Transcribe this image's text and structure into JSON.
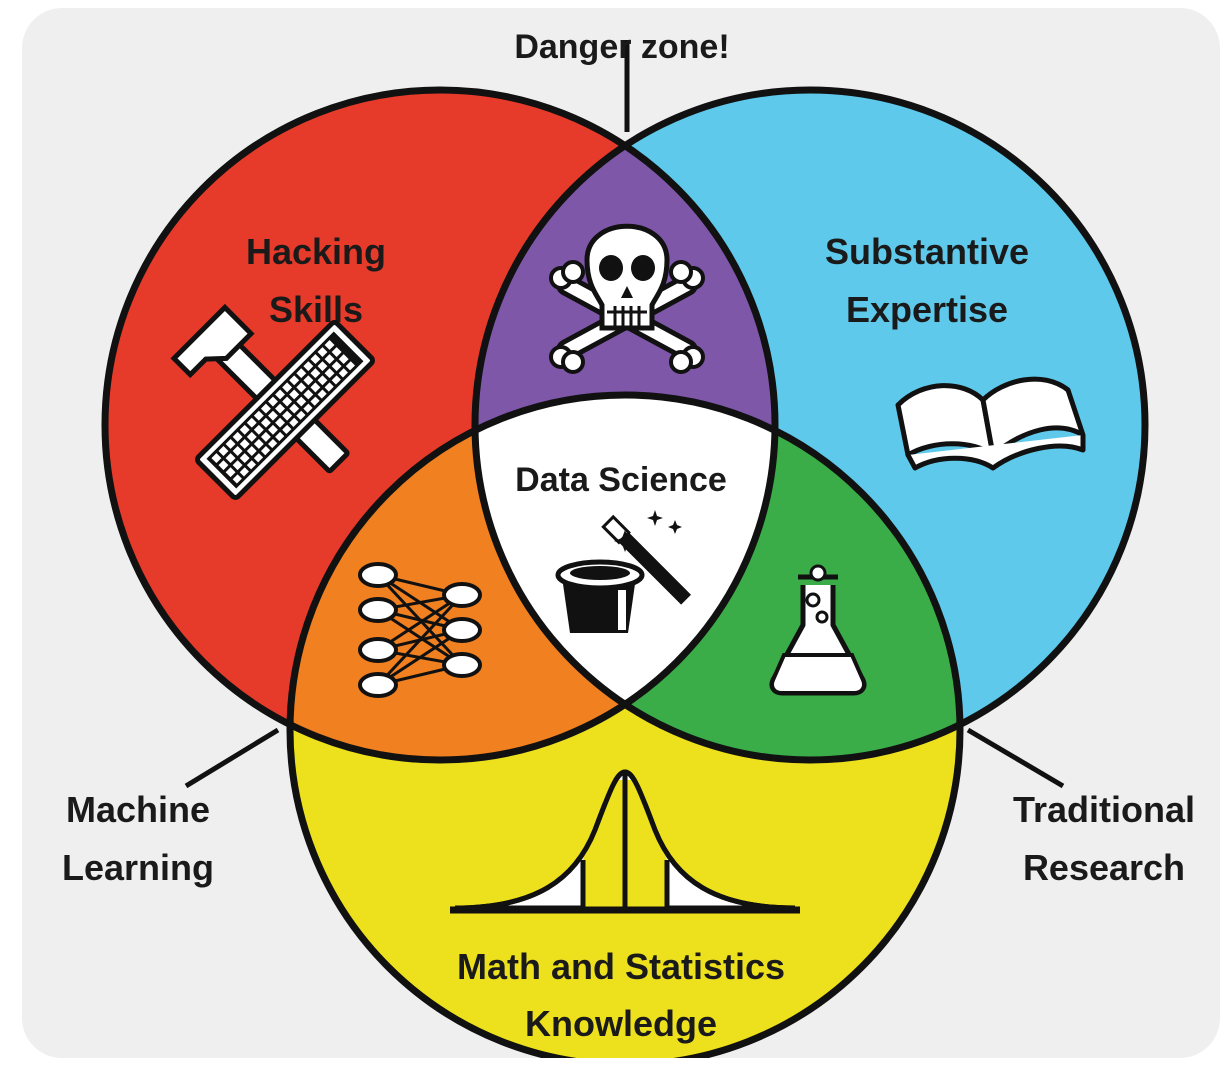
{
  "labels": {
    "danger_zone": "Danger zone!",
    "hacking_line1": "Hacking",
    "hacking_line2": "Skills",
    "substantive_line1": "Substantive",
    "substantive_line2": "Expertise",
    "data_science": "Data Science",
    "machine_learning_line1": "Machine",
    "machine_learning_line2": "Learning",
    "traditional_line1": "Traditional",
    "traditional_line2": "Research",
    "math_line1": "Math and Statistics",
    "math_line2": "Knowledge"
  },
  "colors": {
    "background_panel": "#efefef",
    "hacking": "#e63a2a",
    "substantive": "#5ec9ea",
    "math": "#ede01c",
    "danger": "#7e57a8",
    "machine_learning": "#f08020",
    "traditional_research": "#3aac48",
    "data_science": "#ffffff",
    "outline": "#111111"
  },
  "icons": {
    "hacking": "keyboard-hammer-icon",
    "danger": "skull-crossbones-icon",
    "substantive": "open-book-icon",
    "data_science": "magic-hat-wand-icon",
    "machine_learning": "neural-network-icon",
    "traditional_research": "flask-icon",
    "math": "bell-curve-icon"
  }
}
